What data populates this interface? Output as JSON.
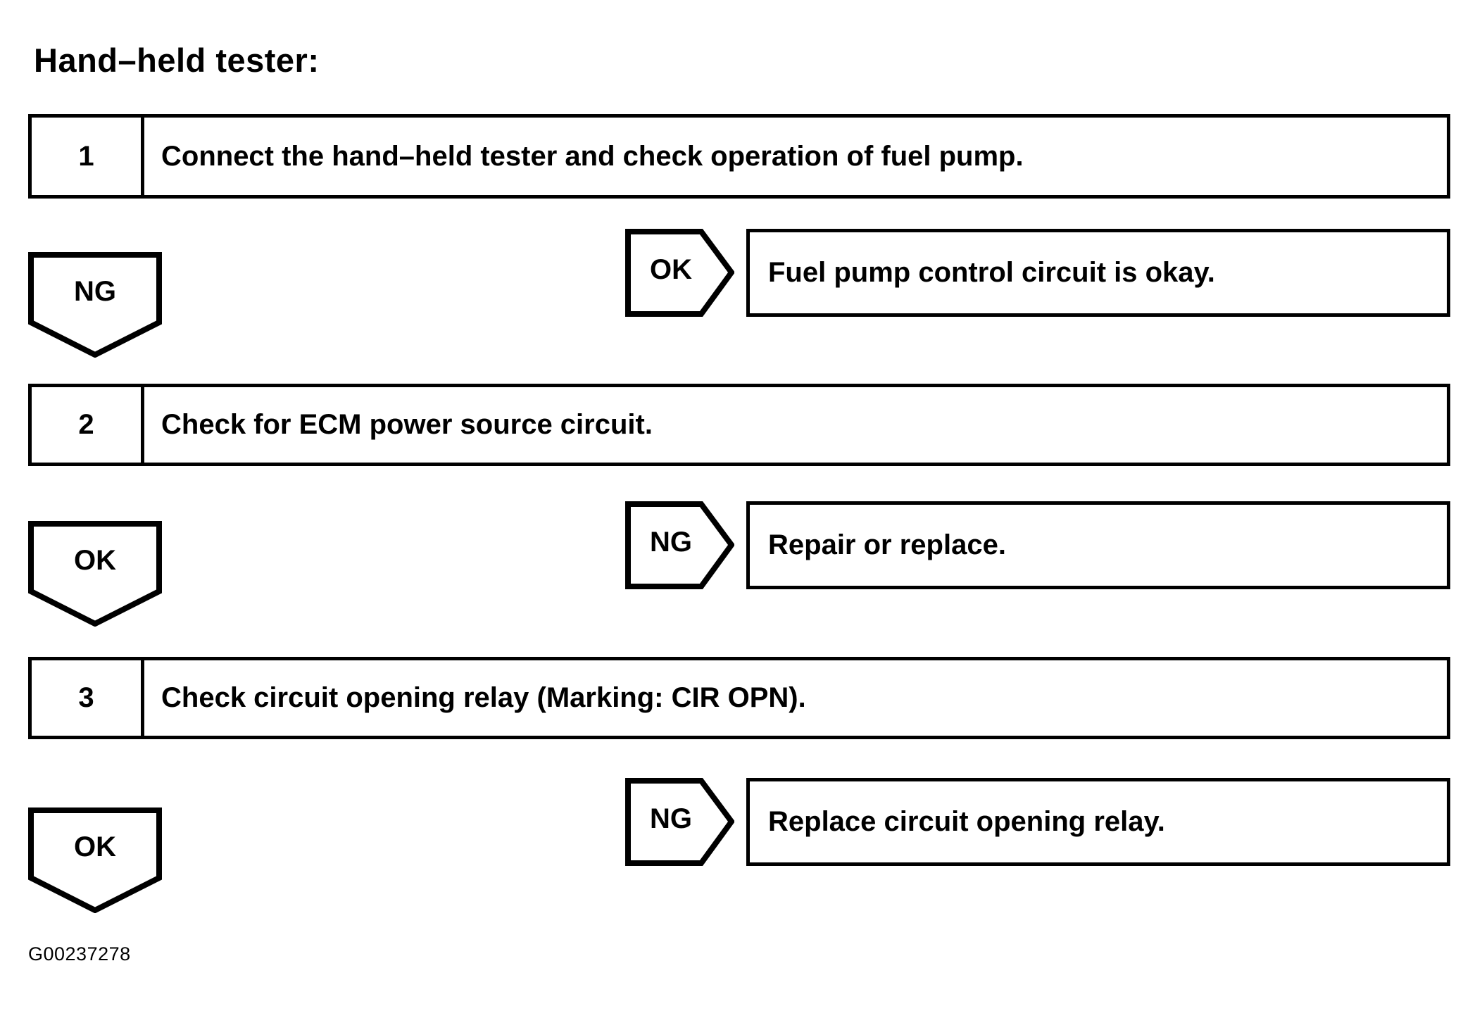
{
  "figure": {
    "title": "Hand–held tester:",
    "code": "G00237278",
    "line_color": "#000000",
    "background": "#ffffff"
  },
  "steps": [
    {
      "number": "1",
      "text": "Connect the hand–held tester and check operation of fuel pump."
    },
    {
      "number": "2",
      "text": "Check for ECM power source circuit."
    },
    {
      "number": "3",
      "text": "Check circuit opening relay (Marking: CIR OPN)."
    }
  ],
  "down_tags": [
    {
      "label": "NG"
    },
    {
      "label": "OK"
    },
    {
      "label": "OK"
    }
  ],
  "branches": [
    {
      "label": "OK",
      "result": "Fuel pump control circuit is okay."
    },
    {
      "label": "NG",
      "result": "Repair or replace."
    },
    {
      "label": "NG",
      "result": "Replace circuit opening relay."
    }
  ]
}
